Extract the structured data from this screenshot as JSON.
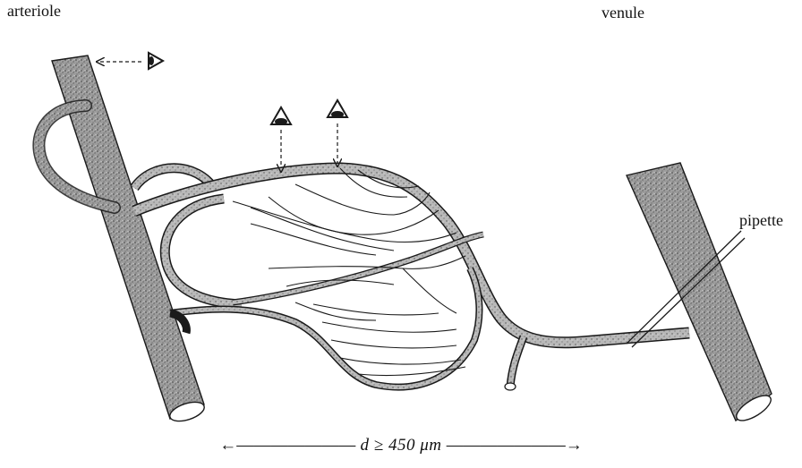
{
  "labels": {
    "arteriole": "arteriole",
    "venule": "venule",
    "pipette": "pipette",
    "distance_left_arrow": "←———————",
    "distance_text": "d ≥ 450 μm",
    "distance_right_arrow": "———————→"
  },
  "colors": {
    "ink": "#1a1a1a",
    "vessel_fill": "#8a8a8a",
    "background": "#ffffff"
  },
  "icons": [
    "eye-icon",
    "eye-icon",
    "eye-icon"
  ]
}
